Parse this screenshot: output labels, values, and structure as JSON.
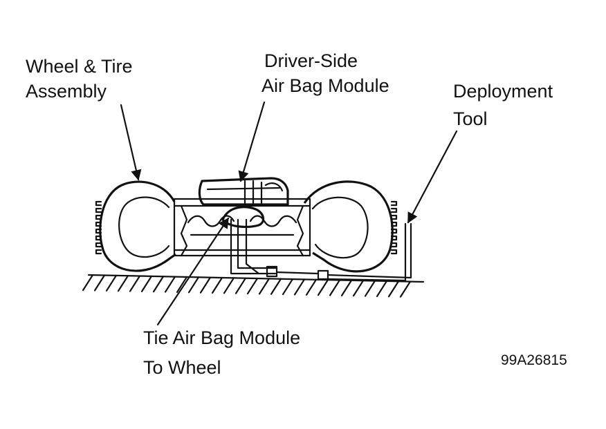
{
  "labels": {
    "wheel_tire": [
      "Wheel & Tire",
      "Assembly"
    ],
    "airbag_module": [
      "Driver-Side",
      "Air Bag Module"
    ],
    "deployment_tool": [
      "Deployment",
      "Tool"
    ],
    "tie_module": [
      "Tie Air Bag Module",
      "To Wheel"
    ]
  },
  "figure_code": "99A26815",
  "colors": {
    "ink": "#111111",
    "background": "#ffffff"
  }
}
